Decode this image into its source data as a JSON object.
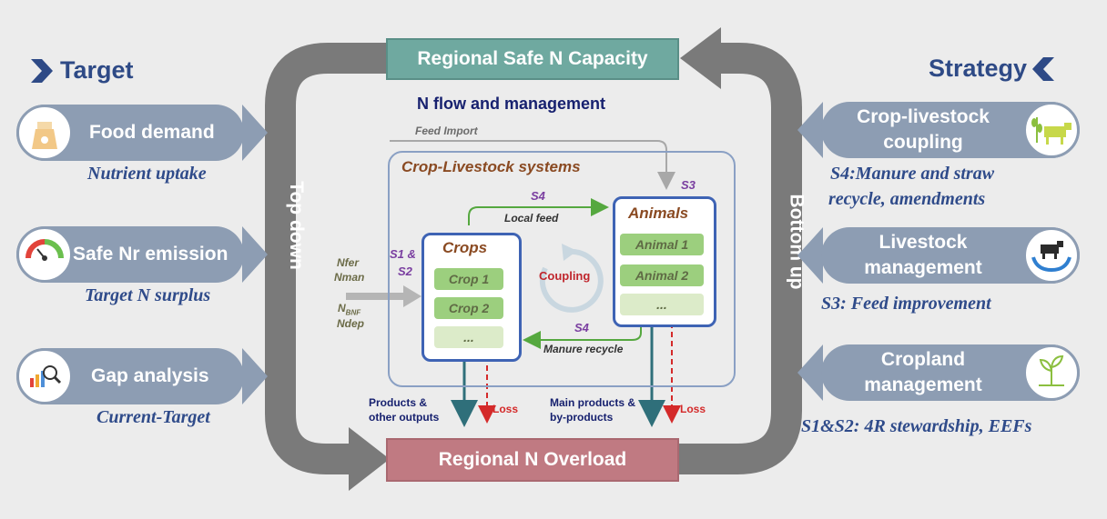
{
  "flow": {
    "top_box": "Regional Safe N Capacity",
    "bottom_box": "Regional N Overload",
    "left_arrow_label": "Top down",
    "right_arrow_label": "Bottom up",
    "center_title": "N flow and management",
    "feed_import": "Feed Import",
    "system_title": "Crop-Livestock systems",
    "crops_title": "Crops",
    "crops": [
      "Crop 1",
      "Crop 2",
      "..."
    ],
    "animals_title": "Animals",
    "animals": [
      "Animal 1",
      "Animal 2",
      "..."
    ],
    "coupling": "Coupling",
    "s4_top": "S4",
    "local_feed": "Local feed",
    "s4_bottom": "S4",
    "manure_recycle": "Manure recycle",
    "s3": "S3",
    "s1s2_line1": "S1 &",
    "s1s2_line2": "S2",
    "inputs_nfer": "Nfer",
    "inputs_nman": "Nman",
    "inputs_nbnf_main": "N",
    "inputs_nbnf_sub": "BNF",
    "inputs_ndep": "Ndep",
    "crop_products_1": "Products &",
    "crop_products_2": "other outputs",
    "animal_products_1": "Main products &",
    "animal_products_2": "by-products",
    "loss_crop": "Loss",
    "loss_animal": "Loss"
  },
  "target": {
    "title": "Target",
    "items": [
      {
        "label": "Food demand",
        "note": "Nutrient uptake",
        "icon": "food-sack-icon"
      },
      {
        "label": "Safe Nr emission",
        "note": "Target N surplus",
        "icon": "gauge-icon"
      },
      {
        "label": "Gap analysis",
        "note": "Current-Target",
        "icon": "magnifier-chart-icon"
      }
    ]
  },
  "strategy": {
    "title": "Strategy",
    "items": [
      {
        "label_line1": "Crop-livestock",
        "label_line2": "coupling",
        "note_line1": "S4:Manure and straw",
        "note_line2": "recycle, amendments",
        "icon": "cow-wheat-icon"
      },
      {
        "label_line1": "Livestock",
        "label_line2": "management",
        "note_line1": "S3:  Feed improvement",
        "note_line2": "",
        "icon": "cow-hands-icon"
      },
      {
        "label_line1": "Cropland",
        "label_line2": "management",
        "note_line1": "S1&S2:  4R stewardship, EEFs",
        "note_line2": "",
        "icon": "seedling-icon"
      }
    ]
  },
  "colors": {
    "pill": "#8d9db3",
    "frame_arrow": "#7a7a7a",
    "top_box": "#6fa9a0",
    "bottom_box": "#c07a82",
    "title_blue": "#2e4a86",
    "green_arrow": "#55a83f",
    "purple": "#7a3ea0",
    "teal_arrow": "#2f6f7a",
    "loss_red": "#d42a2a"
  }
}
